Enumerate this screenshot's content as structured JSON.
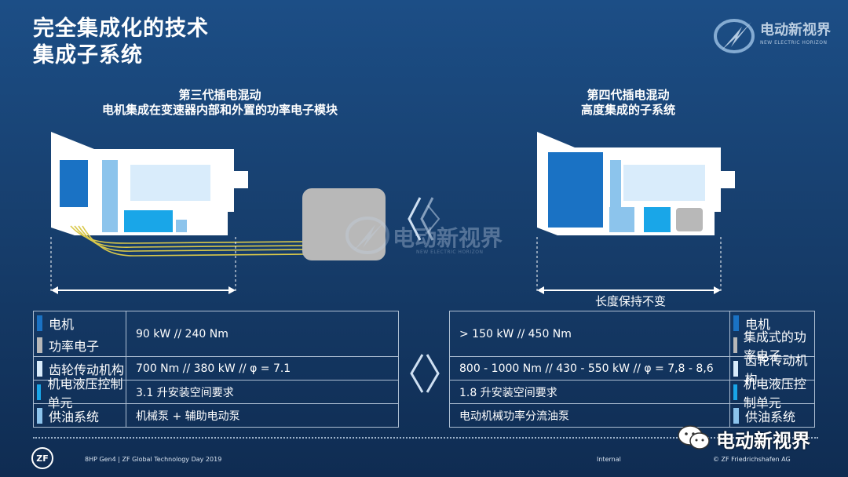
{
  "title": {
    "line1": "完全集成化的技术",
    "line2": "集成子系统"
  },
  "brand": {
    "name": "电动新视界",
    "sub": "NEW ELECTRIC HORIZON"
  },
  "left": {
    "heading1": "第三代插电混动",
    "heading2": "电机集成在变速器内部和外置的功率电子模块"
  },
  "right": {
    "heading1": "第四代插电混动",
    "heading2": "高度集成的子系统",
    "length_label": "长度保持不变"
  },
  "left_table": {
    "labels": [
      "电机",
      "功率电子",
      "齿轮传动机构",
      "机电液压控制单元",
      "供油系统"
    ],
    "values": [
      "90 kW // 240 Nm",
      "700 Nm // 380 kW // φ = 7.1",
      "3.1 升安装空间要求",
      "机械泵 + 辅助电动泵"
    ]
  },
  "right_table": {
    "labels": [
      "电机",
      "集成式的功率电子",
      "齿轮传动机构",
      "机电液压控制单元",
      "供油系统"
    ],
    "values": [
      "> 150 kW // 450 Nm",
      "800 - 1000 Nm  // 430 - 550 kW  // φ = 7,8 - 8,6",
      "1.8 升安装空间要求",
      "电动机械功率分流油泵"
    ]
  },
  "colors": {
    "motor": "#1a72c4",
    "power_electronics": "#b8b8b8",
    "gear": "#d9ecfb",
    "control_unit": "#19a6e8",
    "oil": "#8cc4ec"
  },
  "footer": {
    "left": "8HP Gen4 | ZF Global Technology Day 2019",
    "center": "Internal",
    "right": "© ZF Friedrichshafen AG",
    "zf": "ZF"
  },
  "wechat": {
    "name": "电动新视界"
  }
}
